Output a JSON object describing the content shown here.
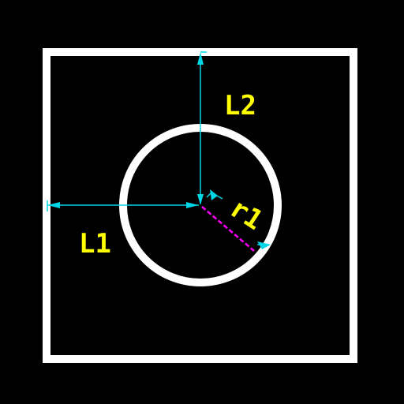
{
  "diagram": {
    "labels": {
      "l1": "L1",
      "l2": "L2",
      "r1": "r1"
    },
    "colors": {
      "background": "#000000",
      "outline": "#ffffff",
      "dimension_line": "#00d6e6",
      "label": "#ffff00",
      "radius_line": "#ff00ff"
    }
  }
}
